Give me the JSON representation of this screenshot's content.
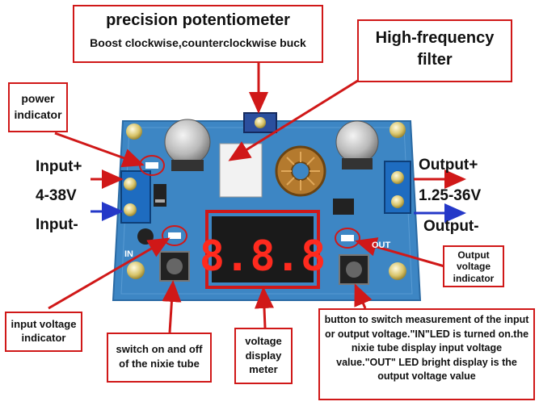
{
  "callouts": {
    "potentiometer": {
      "title": "precision potentiometer",
      "subtitle": "Boost clockwise,counterclockwise buck"
    },
    "filter": "High-frequency\nfilter",
    "power_indicator": "power\nindicator",
    "output_indicator": "Output\nvoltage\nindicator",
    "input_indicator": "input voltage\nindicator",
    "switch": "switch on and off\nof the nixie tube",
    "display_meter": "voltage\ndisplay\nmeter",
    "measure_button": "button to switch measurement of the input or output voltage.\"IN\"LED is turned on.the nixie tube display input voltage value.\"OUT\" LED bright display is the output voltage value"
  },
  "labels": {
    "input_plus": "Input+",
    "input_range": "4-38V",
    "input_minus": "Input-",
    "output_plus": "Output+",
    "output_range": "1.25-36V",
    "output_minus": "Output-"
  },
  "board": {
    "display_digits": "8.8.8",
    "in_label": "IN",
    "out_label": "OUT"
  },
  "colors": {
    "callout_red": "#d01818",
    "board_blue": "#3d86c4",
    "arrow_blue": "#2438c8"
  }
}
